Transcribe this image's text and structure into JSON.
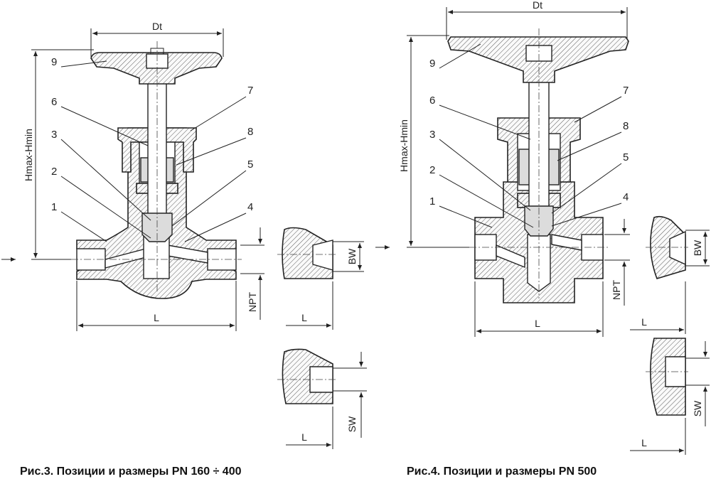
{
  "figures": [
    {
      "caption": "Рис.3. Позиции и размеры PN 160 ÷ 400",
      "positions": [
        "1",
        "2",
        "3",
        "4",
        "5",
        "6",
        "7",
        "8",
        "9"
      ],
      "dims": {
        "handwheel": "Dt",
        "height": "Hmax-Hmin",
        "length": "L",
        "npt": "NPT",
        "bw": "BW",
        "sw": "SW",
        "detail_bw_l": "L",
        "detail_sw_l": "L"
      }
    },
    {
      "caption": "Рис.4. Позиции и размеры PN 500",
      "positions": [
        "1",
        "2",
        "3",
        "4",
        "5",
        "6",
        "7",
        "8",
        "9"
      ],
      "dims": {
        "handwheel": "Dt",
        "height": "Hmax-Hmin",
        "length": "L",
        "npt": "NPT",
        "bw": "BW",
        "sw": "SW",
        "detail_bw_l": "L",
        "detail_sw_l": "L"
      }
    }
  ]
}
